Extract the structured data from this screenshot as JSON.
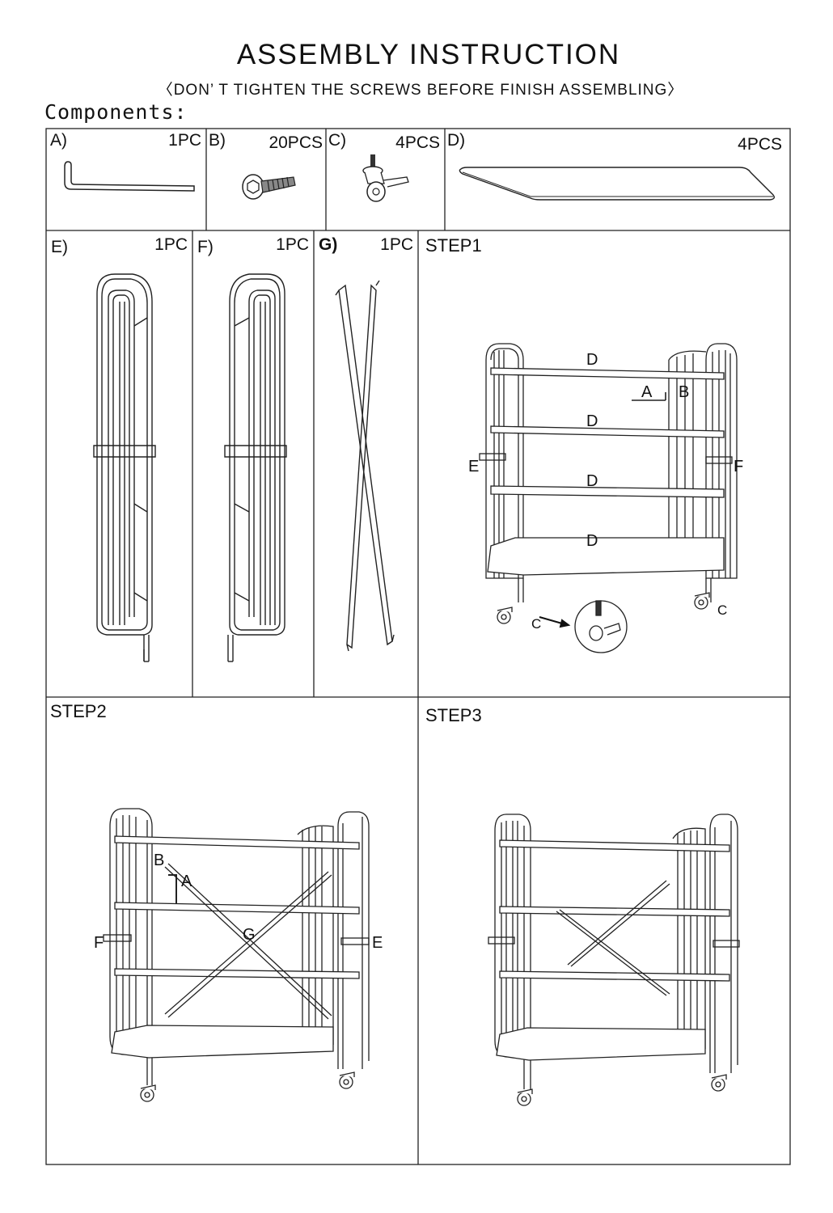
{
  "header": {
    "title": "ASSEMBLY INSTRUCTION",
    "subtitle": "〈DON’ T TIGHTEN THE SCREWS BEFORE FINISH ASSEMBLING〉",
    "components_label": "Components:"
  },
  "parts": [
    {
      "letter": "A)",
      "qty": "1PC",
      "icon": "allen-key-icon"
    },
    {
      "letter": "B)",
      "qty": "20PCS",
      "icon": "screw-icon"
    },
    {
      "letter": "C)",
      "qty": "4PCS",
      "icon": "caster-wheel-icon"
    },
    {
      "letter": "D)",
      "qty": "4PCS",
      "icon": "shelf-board-icon"
    },
    {
      "letter": "E)",
      "qty": "1PC",
      "icon": "side-frame-left-icon"
    },
    {
      "letter": "F)",
      "qty": "1PC",
      "icon": "side-frame-right-icon"
    },
    {
      "letter": "G)",
      "qty": "1PC",
      "icon": "cross-brace-icon"
    }
  ],
  "steps": [
    {
      "label": "STEP1",
      "callouts": {
        "d": "D",
        "a": "A",
        "b": "B",
        "e": "E",
        "f": "F",
        "c": "C"
      }
    },
    {
      "label": "STEP2",
      "callouts": {
        "b": "B",
        "a": "A",
        "f": "F",
        "g": "G",
        "e": "E"
      }
    },
    {
      "label": "STEP3"
    }
  ],
  "colors": {
    "line": "#222222",
    "background": "#ffffff"
  }
}
